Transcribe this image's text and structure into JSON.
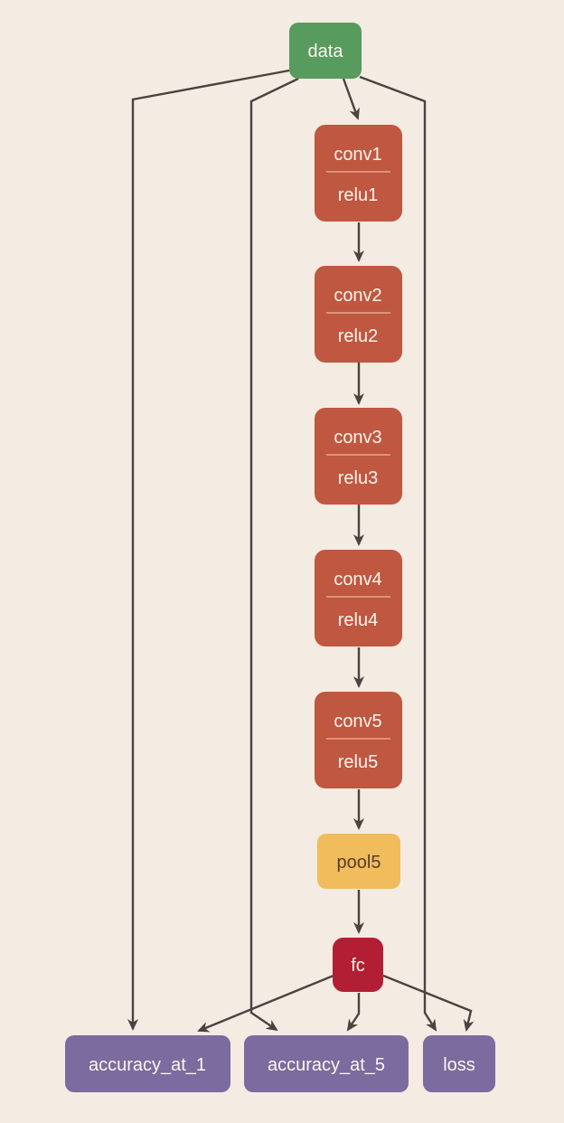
{
  "diagram": {
    "title_hint": "network-layer-graph",
    "colors": {
      "background": "#f4ebe2",
      "edge": "#4b4340",
      "data_node": "#579b5f",
      "conv_node": "#c05740",
      "conv_divider": "#e2a78f",
      "pool_node": "#f0bc5c",
      "pool_text": "#543c2a",
      "fc_node": "#b21f34",
      "output_node": "#7b6b9e",
      "light_text": "#fdf6ef"
    },
    "nodes": {
      "data": {
        "label": "data"
      },
      "conv1": {
        "top": "conv1",
        "bottom": "relu1"
      },
      "conv2": {
        "top": "conv2",
        "bottom": "relu2"
      },
      "conv3": {
        "top": "conv3",
        "bottom": "relu3"
      },
      "conv4": {
        "top": "conv4",
        "bottom": "relu4"
      },
      "conv5": {
        "top": "conv5",
        "bottom": "relu5"
      },
      "pool5": {
        "label": "pool5"
      },
      "fc": {
        "label": "fc"
      },
      "accuracy_at_1": {
        "label": "accuracy_at_1"
      },
      "accuracy_at_5": {
        "label": "accuracy_at_5"
      },
      "loss": {
        "label": "loss"
      }
    },
    "edges": [
      {
        "from": "data",
        "to": "conv1"
      },
      {
        "from": "conv1",
        "to": "conv2"
      },
      {
        "from": "conv2",
        "to": "conv3"
      },
      {
        "from": "conv3",
        "to": "conv4"
      },
      {
        "from": "conv4",
        "to": "conv5"
      },
      {
        "from": "conv5",
        "to": "pool5"
      },
      {
        "from": "pool5",
        "to": "fc"
      },
      {
        "from": "data",
        "to": "accuracy_at_1"
      },
      {
        "from": "data",
        "to": "accuracy_at_5"
      },
      {
        "from": "data",
        "to": "loss"
      },
      {
        "from": "fc",
        "to": "accuracy_at_1"
      },
      {
        "from": "fc",
        "to": "accuracy_at_5"
      },
      {
        "from": "fc",
        "to": "loss"
      }
    ]
  }
}
